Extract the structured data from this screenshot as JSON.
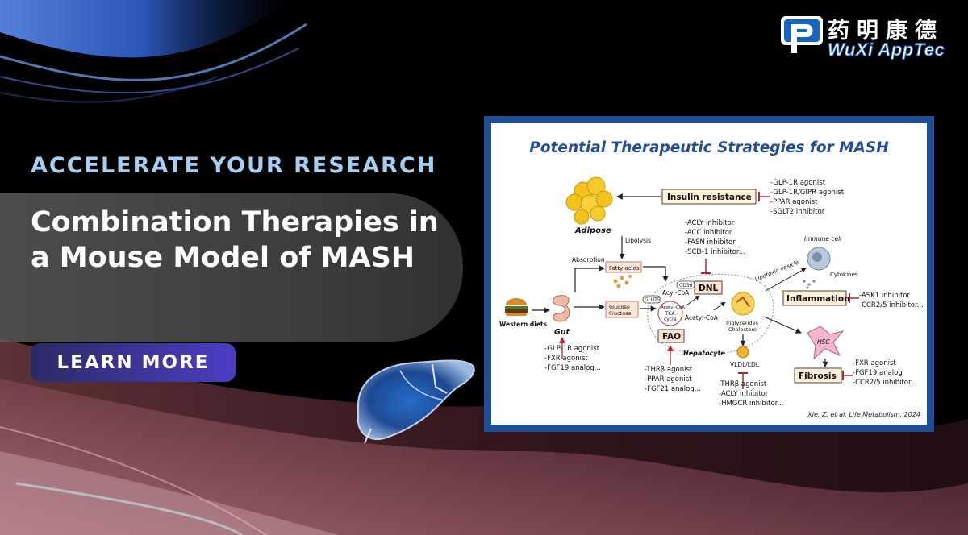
{
  "brand": {
    "logo_cn": "药明康德",
    "logo_en": "WuXi AppTec"
  },
  "hero": {
    "eyebrow": "ACCELERATE YOUR RESEARCH",
    "headline": "Combination Therapies in a Mouse Model of MASH",
    "cta_label": "LEARN MORE"
  },
  "figure": {
    "title": "Potential Therapeutic Strategies for MASH",
    "caption": "Xie, Z. et al, Life Metabolism, 2024",
    "nodes": {
      "adipose": "Adipose",
      "insulin_resistance": "Insulin resistance",
      "lipolysis": "Lipolysis",
      "absorption": "Absorption",
      "fatty_acids": "Fatty acids",
      "cd36": "CD36",
      "acyl_coa": "Acyl-CoA",
      "acetyl_coa_tca": "Acetyl-CoA",
      "tca": "TCA",
      "cycle": "cycle",
      "glut5": "GLUT5",
      "glucose": "Glucose",
      "fructose": "Fructose",
      "western_diets": "Western diets",
      "gut": "Gut",
      "dnl": "DNL",
      "fao": "FAO",
      "acetyl_coa": "Acetyl-CoA",
      "triglycerides": "Triglycerides",
      "cholesterol": "Cholesterol",
      "hepatocyte": "Hepatocyte",
      "vldl_ldl": "VLDL/LDL",
      "immune_cell": "Immune cell",
      "lipotoxic_vesicle": "Lipotoxic vesicle",
      "cytokines": "Cytokines",
      "inflammation": "Inflammation",
      "hsc": "HSC",
      "fibrosis": "Fibrosis"
    },
    "drugs": {
      "insulin": [
        "-GLP-1R agonist",
        "-GLP-1R/GIPR agonist",
        "-PPAR agonist",
        "-SGLT2 inhibitor"
      ],
      "dnl": [
        "-ACLY inhibitor",
        "-ACC inhibitor",
        "-FASN inhibitor",
        "-SCD-1 inhibitor..."
      ],
      "gut": [
        "-GLP-1R agonist",
        "-FXR agonist",
        "-FGF19 analog..."
      ],
      "fao": [
        "-THRβ agonist",
        "-PPAR agonist",
        "-FGF21 analog..."
      ],
      "vldl": [
        "-THRβ agonist",
        "-ACLY inhibitor",
        "-HMGCR inhibitor..."
      ],
      "inflammation": [
        "-ASK1 inhibitor",
        "-CCR2/5 inhibitor..."
      ],
      "fibrosis": [
        "-FXR agonist",
        "-FGF19 analog",
        "-CCR2/5 inhibitor..."
      ]
    }
  },
  "colors": {
    "background": "#000000",
    "eyebrow": "#a6cff2",
    "cta_start": "#2b2b66",
    "cta_end": "#4c3dc4",
    "figure_frame": "#1e4f95",
    "figure_title": "#214c9a",
    "wave_blue": "#3b6fd8",
    "wave_maroon": "#7a3a46"
  },
  "icons": [
    "wuxi-logo-icon",
    "liver-icon",
    "adipose-icon",
    "burger-icon",
    "gut-icon",
    "hepatocyte-icon",
    "immune-cell-icon",
    "hsc-icon"
  ]
}
